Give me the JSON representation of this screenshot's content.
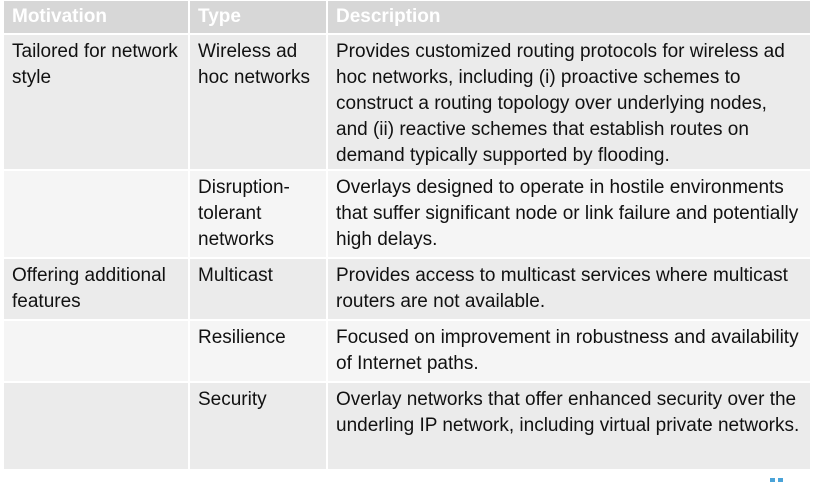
{
  "table": {
    "headers": [
      "Motivation",
      "Type",
      "Description"
    ],
    "rows": [
      {
        "motivation": "Tailored for network style",
        "type": "Wireless ad hoc networks",
        "description": "Provides customized routing protocols for wireless ad hoc networks, including (i) proactive schemes to construct a routing topology over underlying nodes, and (ii) reactive schemes that establish routes on demand typically supported by flooding."
      },
      {
        "motivation": "",
        "type": "Disruption-tolerant networks",
        "description": "Overlays designed to operate in hostile environments that suffer significant node or link failure and potentially high delays."
      },
      {
        "motivation": "Offering additional features",
        "type": "Multicast",
        "description": "Provides access to multicast services where multicast routers are not available."
      },
      {
        "motivation": "",
        "type": "Resilience",
        "description": "Focused on improvement in robustness and availability of Internet paths."
      },
      {
        "motivation": "",
        "type": "Security",
        "description": "Overlay networks that offer enhanced security over the underling IP network, including virtual private networks."
      }
    ]
  },
  "colors": {
    "header_bg": "#d7d7d7",
    "header_text": "#ffffff",
    "row_dark": "#ebebeb",
    "row_light": "#f5f5f5"
  }
}
